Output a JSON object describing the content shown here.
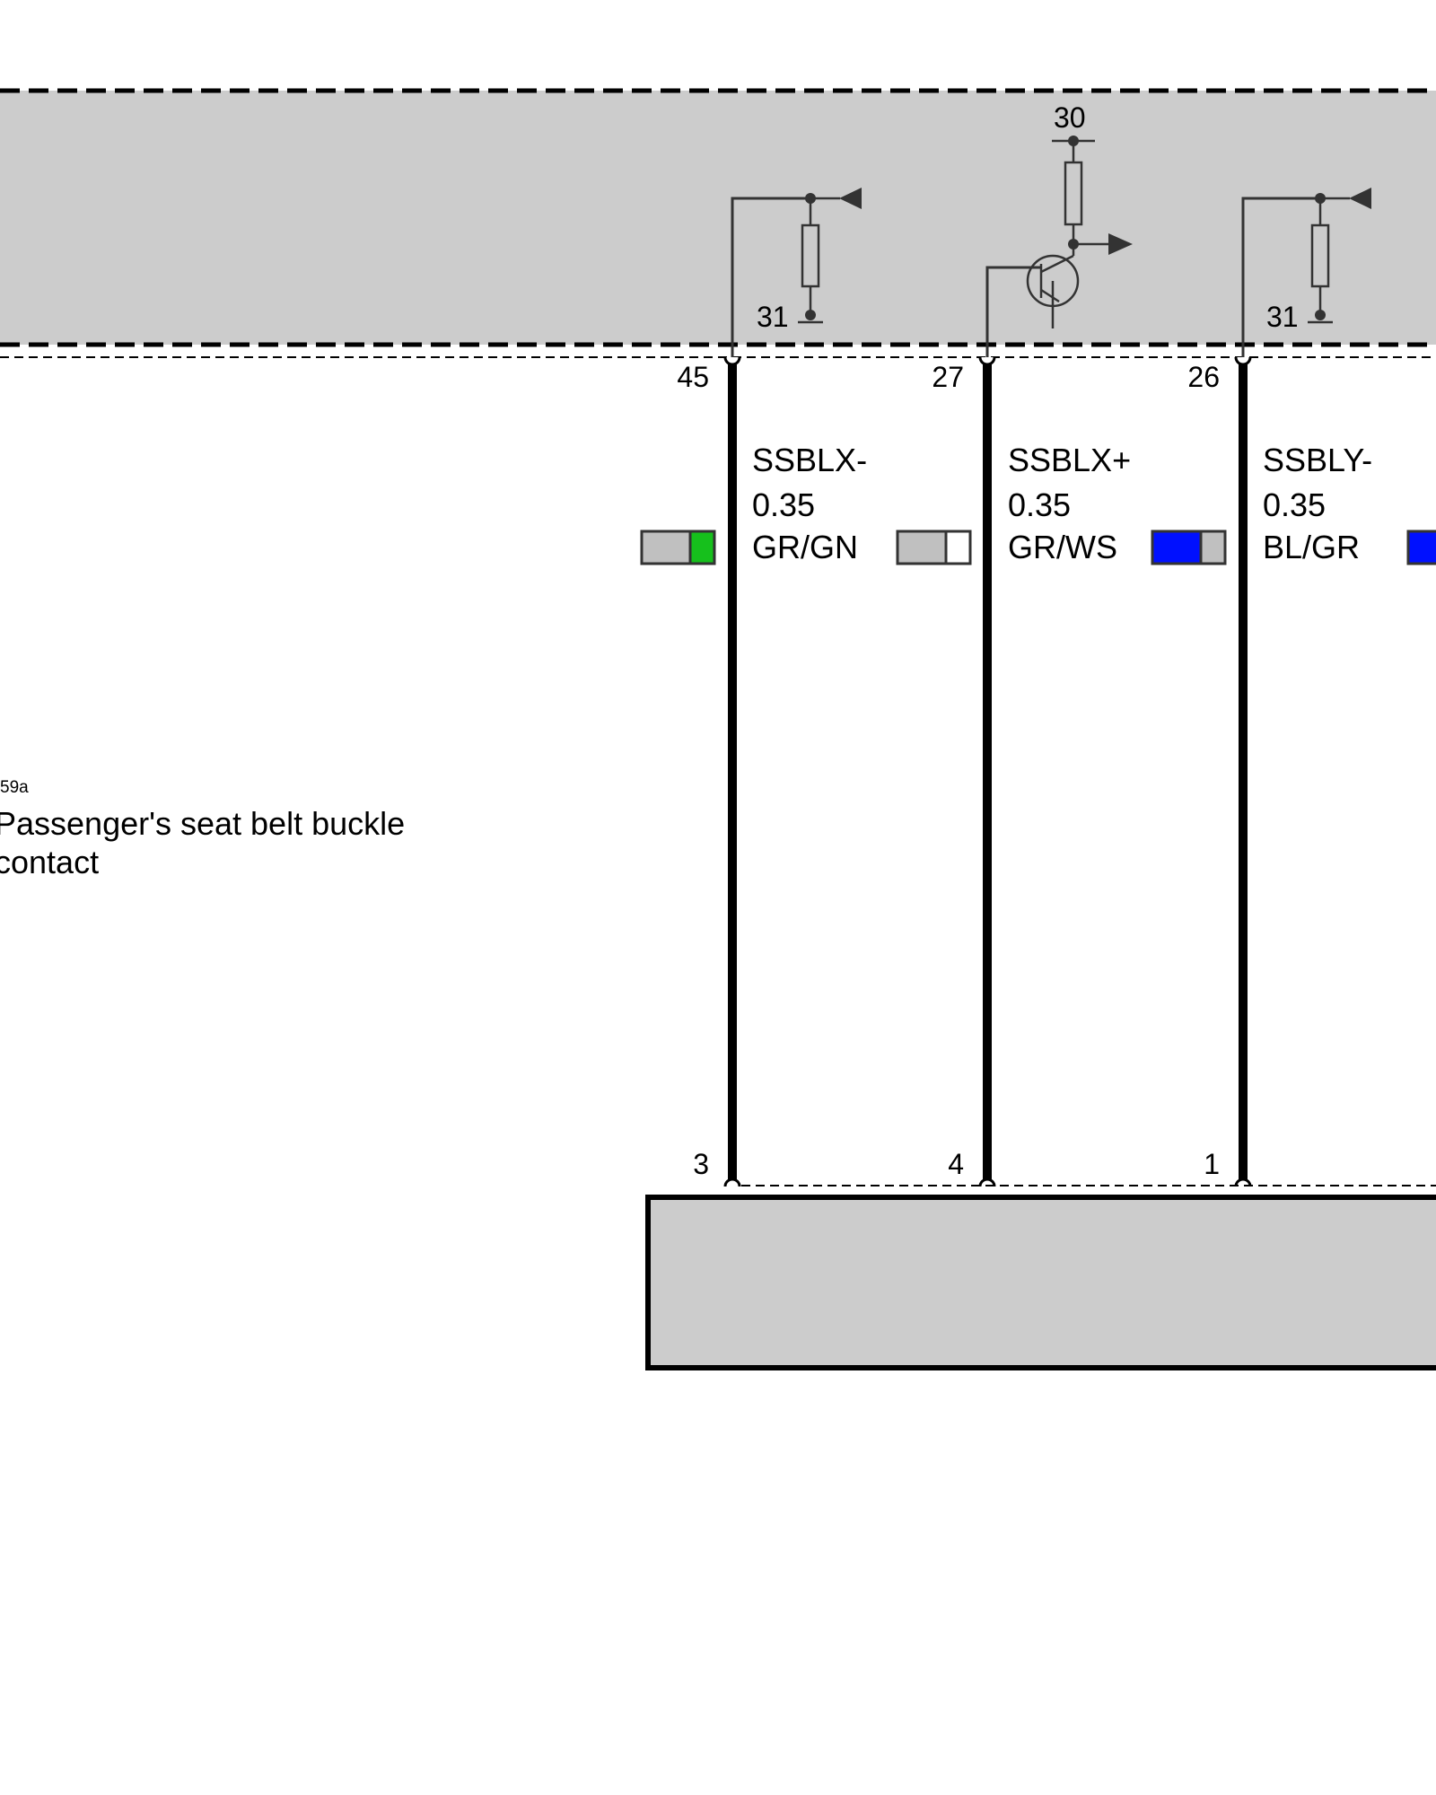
{
  "component": {
    "code": "59a",
    "name_line1": "Passenger's seat belt buckle",
    "name_line2": "contact"
  },
  "module_terminals": {
    "ground_left": "31",
    "supply": "30",
    "ground_right": "31"
  },
  "wires": [
    {
      "signal": "SSBLX-",
      "size": "0.35",
      "color_code": "GR/GN",
      "pin_top": "45",
      "pin_bottom": "3",
      "stripe": [
        "#c0c0c0",
        "#16c01c"
      ]
    },
    {
      "signal": "SSBLX+",
      "size": "0.35",
      "color_code": "GR/WS",
      "pin_top": "27",
      "pin_bottom": "4",
      "stripe": [
        "#c0c0c0",
        "#ffffff"
      ]
    },
    {
      "signal": "SSBLY-",
      "size": "0.35",
      "color_code": "BL/GR",
      "pin_top": "26",
      "pin_bottom": "1",
      "stripe": [
        "#0010ff",
        "#c0c0c0"
      ]
    }
  ],
  "colors": {
    "module_fill": "#cccccc",
    "wire": "#000000",
    "symbol": "#333333"
  }
}
